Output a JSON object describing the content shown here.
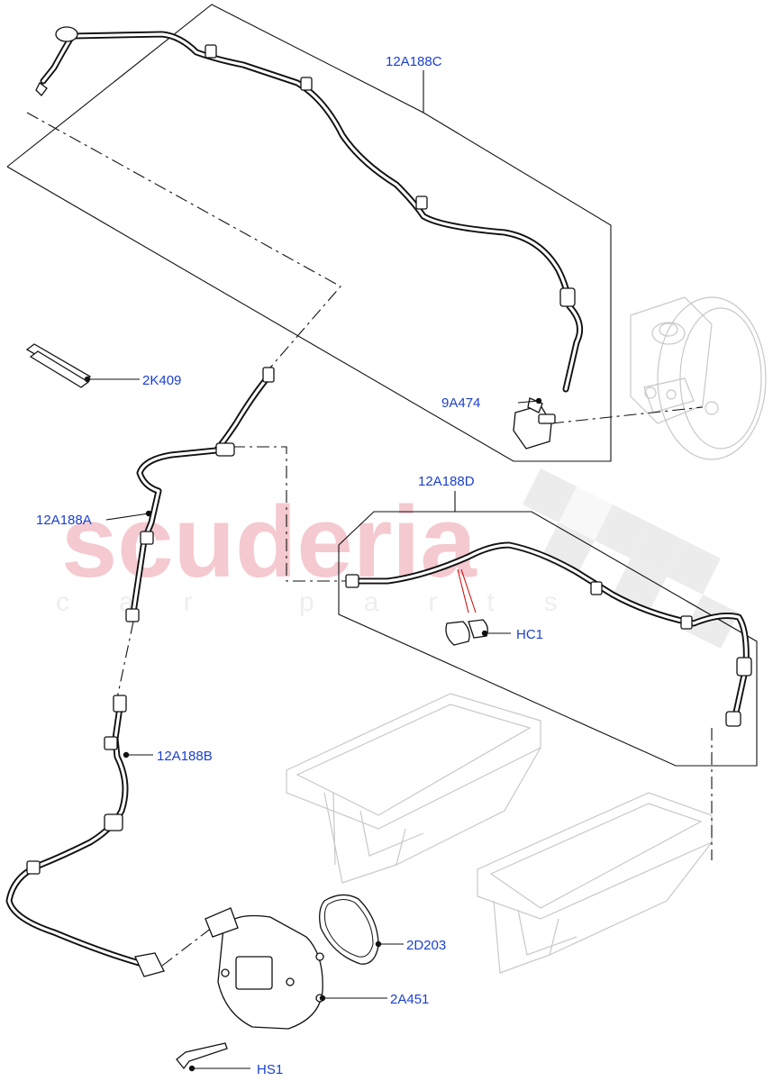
{
  "watermark": {
    "brand": "scuderia",
    "tagline": "car parts"
  },
  "callouts": [
    {
      "id": "12A188C",
      "label": "12A188C"
    },
    {
      "id": "2K409",
      "label": "2K409"
    },
    {
      "id": "9A474",
      "label": "9A474"
    },
    {
      "id": "12A188D",
      "label": "12A188D"
    },
    {
      "id": "12A188A",
      "label": "12A188A"
    },
    {
      "id": "HC1",
      "label": "HC1"
    },
    {
      "id": "12A188B",
      "label": "12A188B"
    },
    {
      "id": "2D203",
      "label": "2D203"
    },
    {
      "id": "2A451",
      "label": "2A451"
    },
    {
      "id": "HS1",
      "label": "HS1"
    }
  ],
  "colors": {
    "callout_text": "#1a3fd0",
    "watermark_red": "#f4c9cf",
    "line": "#111111",
    "ghost_part": "#c8c8c8"
  }
}
